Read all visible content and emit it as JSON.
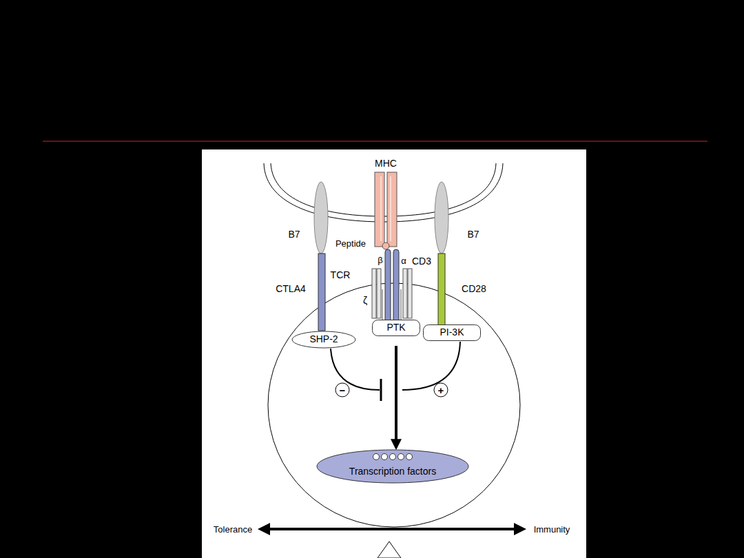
{
  "diagram": {
    "nodes": [
      {
        "text": [
          "SHP-2"
        ]
      },
      {
        "text": [
          "PTK"
        ]
      },
      {
        "text": [
          "PI-3K"
        ]
      },
      {
        "text": [
          "Transcription factors"
        ]
      }
    ],
    "edges": [
      {
        "from": 1,
        "to": 3,
        "arrow": "to"
      }
    ],
    "labels": [
      "MHC",
      "B7",
      "Peptide",
      "B7",
      "β",
      "α",
      "CD3",
      "TCR",
      "CTLA4",
      "CD28",
      "ζ",
      "−",
      "+",
      "Tolerance",
      "Immunity"
    ]
  }
}
